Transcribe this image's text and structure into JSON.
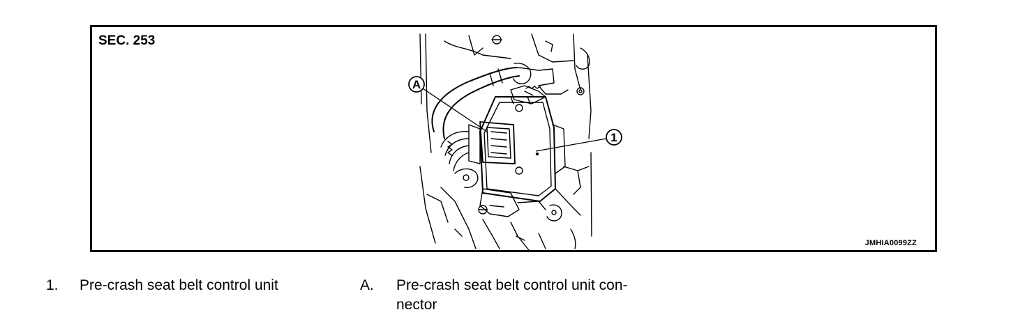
{
  "figure": {
    "section": "SEC. 253",
    "code": "JMHIA0099ZZ",
    "callouts": {
      "unit": "1",
      "connector": "A"
    }
  },
  "legend": {
    "items": [
      {
        "key": "1.",
        "text": "Pre-crash seat belt control unit"
      },
      {
        "key": "A.",
        "text_line1": "Pre-crash seat belt control unit con-",
        "text_line2": "nector"
      }
    ]
  }
}
